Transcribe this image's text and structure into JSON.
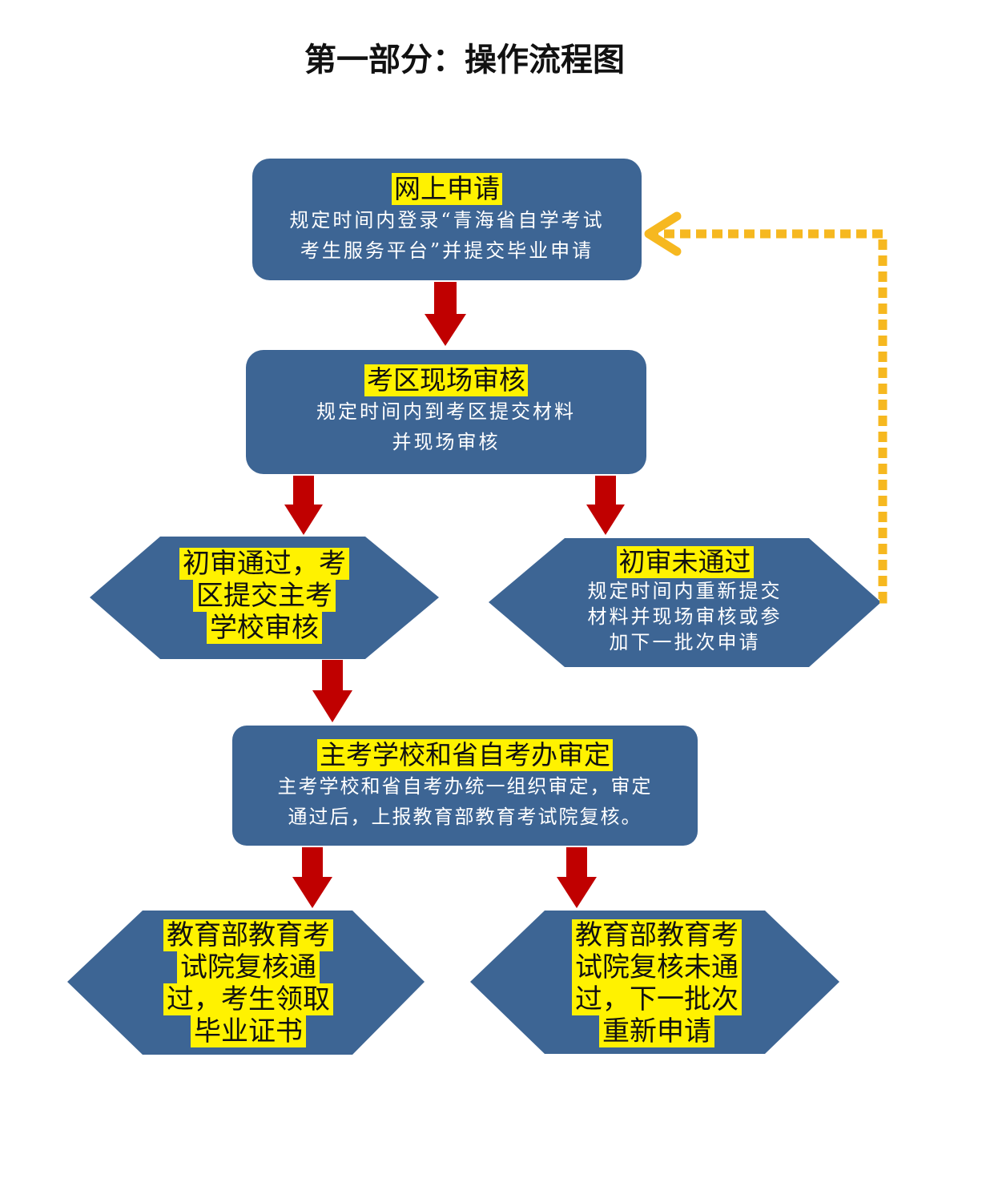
{
  "title": "第一部分：操作流程图",
  "colors": {
    "box_fill": "#3d6594",
    "highlight": "#fff200",
    "arrow": "#c00000",
    "return_arrow": "#f6b820"
  },
  "nodes": {
    "apply": {
      "heading": "网上申请",
      "lines": [
        "规定时间内登录“青海省自学考试",
        "考生服务平台”并提交毕业申请"
      ]
    },
    "onsite": {
      "heading": "考区现场审核",
      "lines": [
        "规定时间内到考区提交材料",
        "并现场审核"
      ]
    },
    "pass_initial": {
      "lines": [
        "初审通过，考",
        "区提交主考",
        "学校审核"
      ]
    },
    "fail_initial": {
      "heading": "初审未通过",
      "lines": [
        "规定时间内重新提交",
        "材料并现场审核或参",
        "加下一批次申请"
      ]
    },
    "approval": {
      "heading": "主考学校和省自考办审定",
      "lines": [
        "主考学校和省自考办统一组织审定，审定",
        "通过后，上报教育部教育考试院复核。"
      ]
    },
    "pass_final": {
      "lines": [
        "教育部教育考",
        "试院复核通",
        "过，考生领取",
        "毕业证书"
      ]
    },
    "fail_final": {
      "lines": [
        "教育部教育考",
        "试院复核未通",
        "过，下一批次",
        "重新申请"
      ]
    }
  }
}
